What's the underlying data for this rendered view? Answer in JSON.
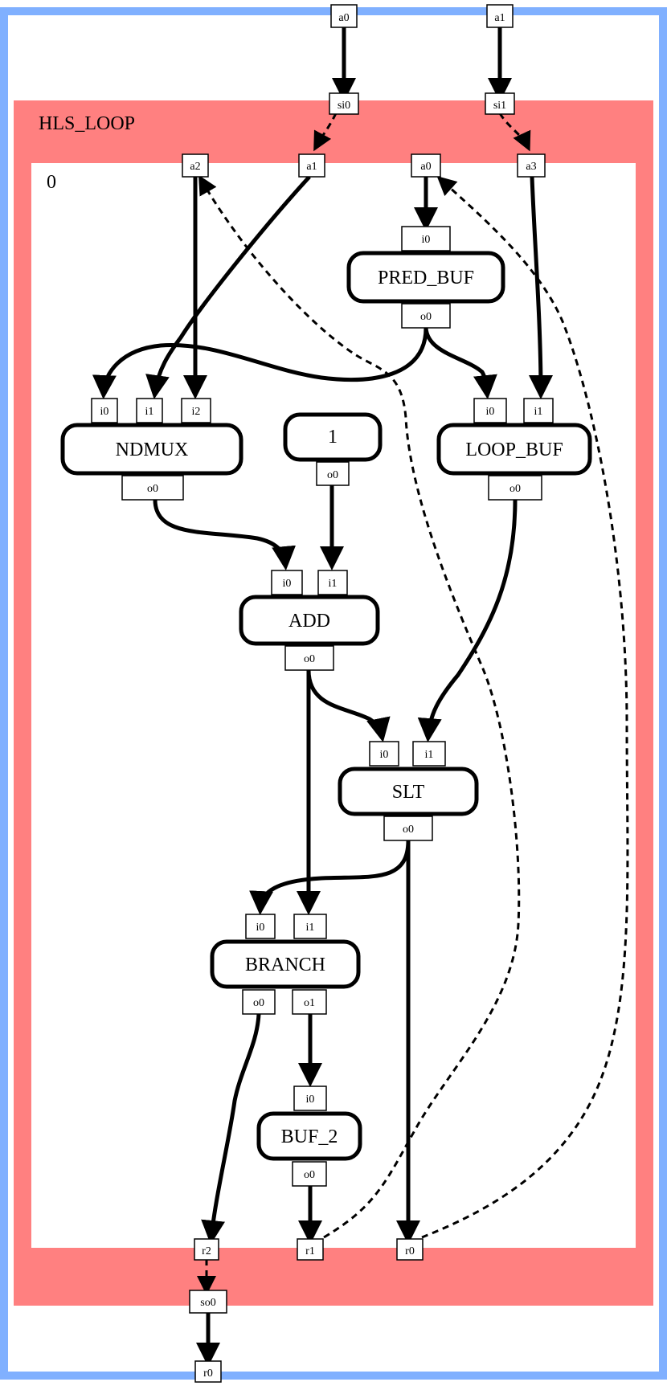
{
  "colors": {
    "outer_border": "#80b0ff",
    "loop_fill": "#ff8080",
    "inner_fill": "#ffffff"
  },
  "clusters": {
    "loop_label": "HLS_LOOP",
    "inner_label": "0"
  },
  "outer_ports": {
    "a0": "a0",
    "a1": "a1",
    "r0": "r0"
  },
  "loop_ports": {
    "si0": "si0",
    "si1": "si1",
    "so0": "so0"
  },
  "inner_ports": {
    "a2": "a2",
    "a1": "a1",
    "a0": "a0",
    "a3": "a3",
    "r2": "r2",
    "r1": "r1",
    "r0": "r0"
  },
  "nodes": {
    "pred_buf": {
      "label": "PRED_BUF",
      "in0": "i0",
      "out0": "o0"
    },
    "ndmux": {
      "label": "NDMUX",
      "in0": "i0",
      "in1": "i1",
      "in2": "i2",
      "out0": "o0"
    },
    "const1": {
      "label": "1",
      "out0": "o0"
    },
    "loop_buf": {
      "label": "LOOP_BUF",
      "in0": "i0",
      "in1": "i1",
      "out0": "o0"
    },
    "add": {
      "label": "ADD",
      "in0": "i0",
      "in1": "i1",
      "out0": "o0"
    },
    "slt": {
      "label": "SLT",
      "in0": "i0",
      "in1": "i1",
      "out0": "o0"
    },
    "branch": {
      "label": "BRANCH",
      "in0": "i0",
      "in1": "i1",
      "out0": "o0",
      "out1": "o1"
    },
    "buf2": {
      "label": "BUF_2",
      "in0": "i0",
      "out0": "o0"
    }
  }
}
